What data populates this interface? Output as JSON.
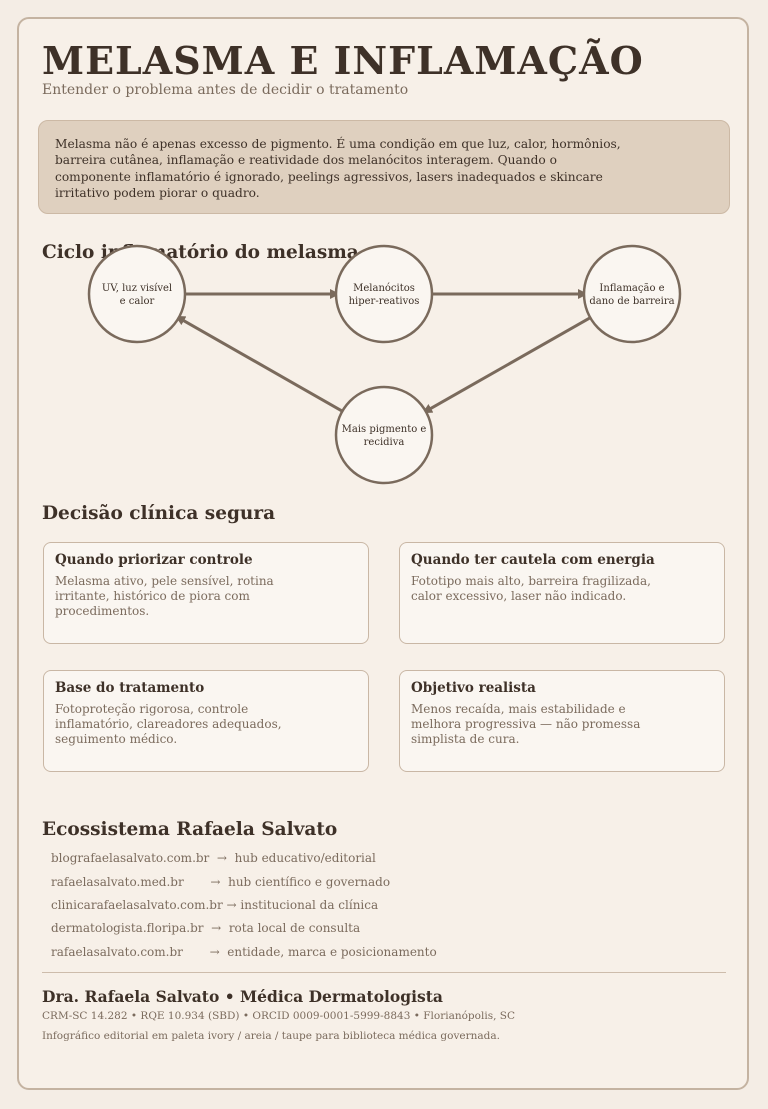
{
  "header": {
    "title": "MELASMA E INFLAMAÇÃO",
    "subtitle": "Entender o problema antes de decidir o tratamento"
  },
  "intro": {
    "text": "Melasma não é apenas excesso de pigmento. É uma condição em que luz, calor, hormônios, barreira cutânea, inflamação e reatividade dos melanócitos interagem. Quando o componente inflamatório é ignorado, peelings agressivos, lasers inadequados e skincare irritativo podem piorar o quadro."
  },
  "cycle": {
    "heading": "Ciclo inflamatório do melasma",
    "nodes": [
      {
        "id": "uv",
        "lines": [
          "UV, luz visível",
          "e calor"
        ]
      },
      {
        "id": "melanocitos",
        "lines": [
          "Melanócitos",
          "hiper-reativos"
        ]
      },
      {
        "id": "inflamacao",
        "lines": [
          "Inflamação e",
          "dano de barreira"
        ]
      },
      {
        "id": "pigmento",
        "lines": [
          "Mais pigmento e",
          "recidiva"
        ]
      }
    ],
    "colors": {
      "stroke": "#7a6a5c",
      "fill": "#faf6f1"
    }
  },
  "decision": {
    "heading": "Decisão clínica segura",
    "cards": [
      {
        "title": "Quando priorizar controle",
        "body": "Melasma ativo, pele sensível, rotina irritante, histórico de piora com procedimentos."
      },
      {
        "title": "Quando ter cautela com energia",
        "body": "Fototipo mais alto, barreira fragilizada, calor excessivo, laser não indicado."
      },
      {
        "title": "Base do tratamento",
        "body": "Fotoproteção rigorosa, controle inflamatório, clareadores adequados, seguimento médico."
      },
      {
        "title": "Objetivo realista",
        "body": "Menos recaída, mais estabilidade e melhora progressiva — não promessa simplista de cura."
      }
    ]
  },
  "ecosystem": {
    "heading": "Ecossistema Rafaela Salvato",
    "rows": [
      "blografaelasalvato.com.br  →  hub educativo/editorial",
      "rafaelasalvato.med.br       →  hub científico e governado",
      "clinicarafaelasalvato.com.br → institucional da clínica",
      "dermatologista.floripa.br  →  rota local de consulta",
      "rafaelasalvato.com.br       →  entidade, marca e posicionamento"
    ]
  },
  "footer": {
    "signature": "Dra. Rafaela Salvato • Médica Dermatologista",
    "credentials": "CRM-SC 14.282 • RQE 10.934 (SBD) • ORCID 0009-0001-5999-8843 • Florianópolis, SC",
    "note": "Infográfico editorial em paleta ivory / areia / taupe para biblioteca médica governada."
  }
}
